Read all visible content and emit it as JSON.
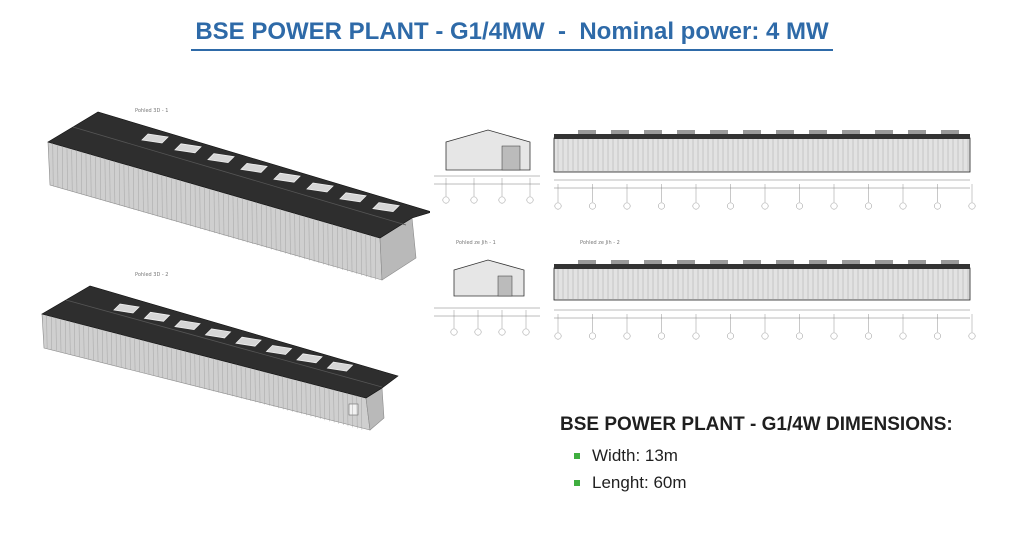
{
  "title": "BSE POWER PLANT - G1/4MW  -  Nominal power: 4 MW",
  "views": {
    "render_top": {
      "label": "Pohled 3D - 1"
    },
    "render_bottom": {
      "label": "Pohled 3D - 2"
    },
    "drawings": [
      {
        "name": "elevation-side-top",
        "label": ""
      },
      {
        "name": "elevation-long-top",
        "label": ""
      },
      {
        "name": "elevation-side-bottom",
        "label": "Pohled ze Jih - 1"
      },
      {
        "name": "elevation-long-bottom",
        "label": "Pohled ze Jih - 2"
      }
    ]
  },
  "dimensions": {
    "heading": "BSE POWER PLANT - G1/4W DIMENSIONS:",
    "items": [
      {
        "label": "Width: 13m"
      },
      {
        "label": "Lenght: 60m"
      }
    ],
    "bullet_color": "#3fae3f"
  },
  "colors": {
    "title": "#2e6aa8",
    "roof": "#2b2b2b",
    "wall": "#c9c9c9"
  }
}
